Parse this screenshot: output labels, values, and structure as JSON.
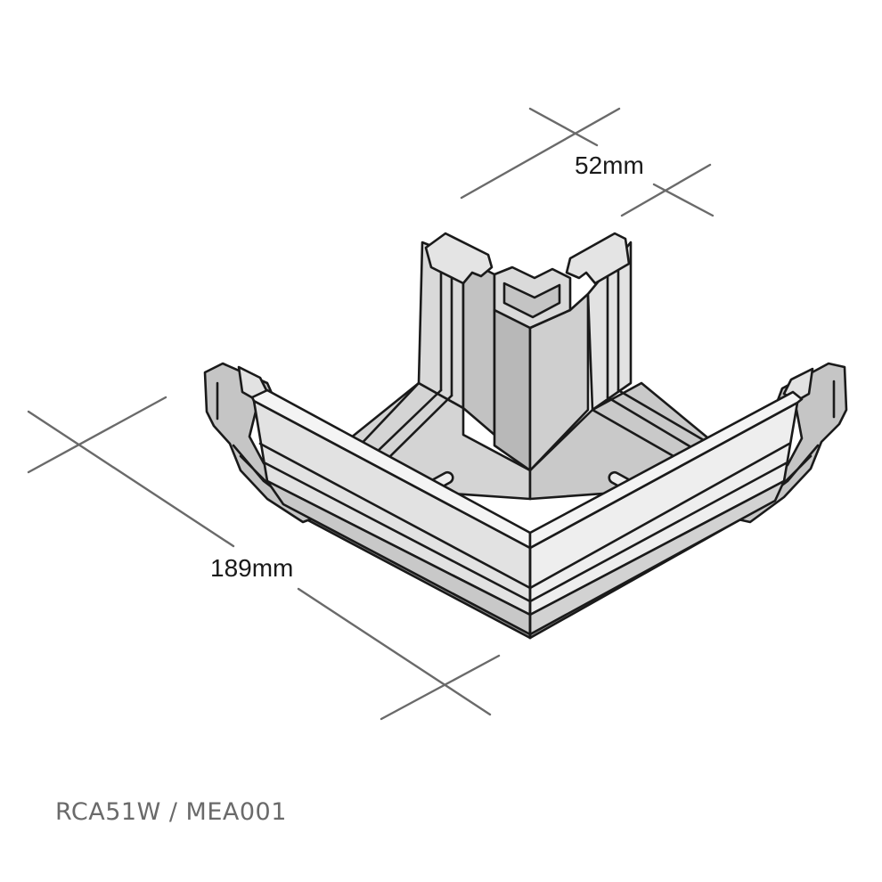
{
  "dimensions": {
    "width_label": "52mm",
    "length_label": "189mm"
  },
  "product_code": "RCA51W  /  MEA001",
  "colors": {
    "outline": "#1a1a1a",
    "dimension_line": "#6a6a6a",
    "face_light": "#ebebeb",
    "face_mid": "#d4d4d4",
    "face_dark": "#b8b8b8",
    "face_shadow": "#9d9d9d"
  }
}
